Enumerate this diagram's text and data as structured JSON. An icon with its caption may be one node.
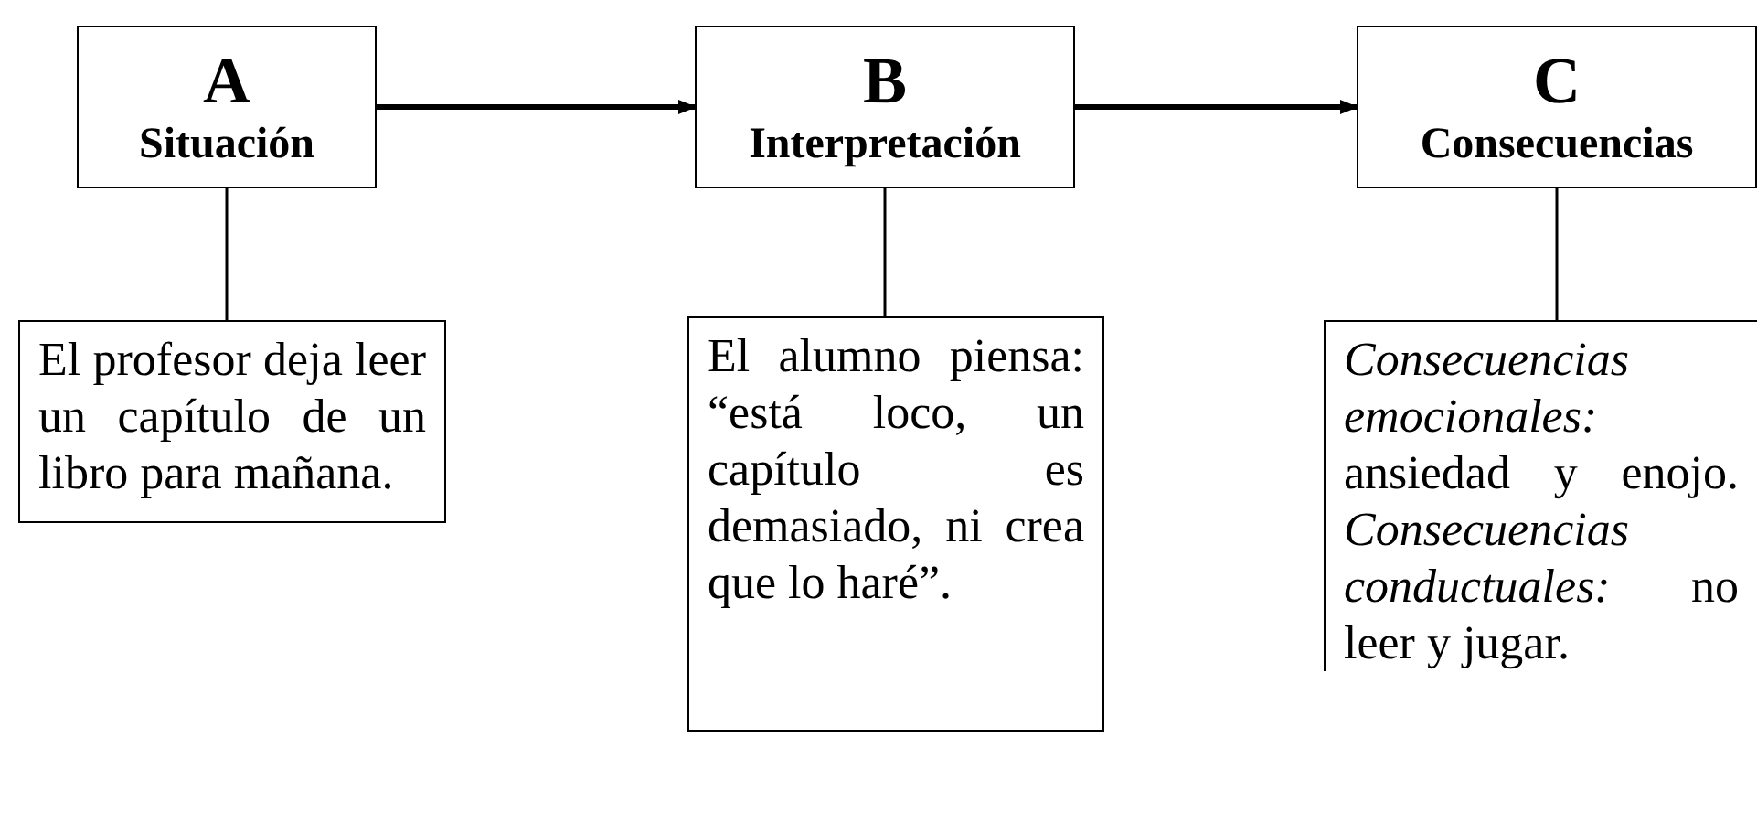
{
  "diagram": {
    "nodes": [
      {
        "text": [
          "A",
          "Situación"
        ]
      },
      {
        "text": [
          "B",
          "Interpretación"
        ]
      },
      {
        "text": [
          "C",
          "Consecuencias"
        ]
      },
      {
        "text": [
          "El profesor deja leer un capítulo de un libro para mañana."
        ]
      },
      {
        "text": [
          "El alumno piensa: “está loco, un capítulo es demasiado, ni crea que lo haré”."
        ]
      },
      {
        "text": [
          "*Consecuencias emocionales:* ansiedad y enojo. *Consecuencias conductuales:* no leer y jugar."
        ]
      }
    ],
    "edges": [
      {
        "from": 0,
        "to": 1,
        "arrow": "to",
        "style": "thick"
      },
      {
        "from": 1,
        "to": 2,
        "arrow": "to",
        "style": "thick"
      },
      {
        "from": 0,
        "to": 3,
        "arrow": "none"
      },
      {
        "from": 1,
        "to": 4,
        "arrow": "none"
      },
      {
        "from": 2,
        "to": 5,
        "arrow": "none"
      }
    ]
  }
}
